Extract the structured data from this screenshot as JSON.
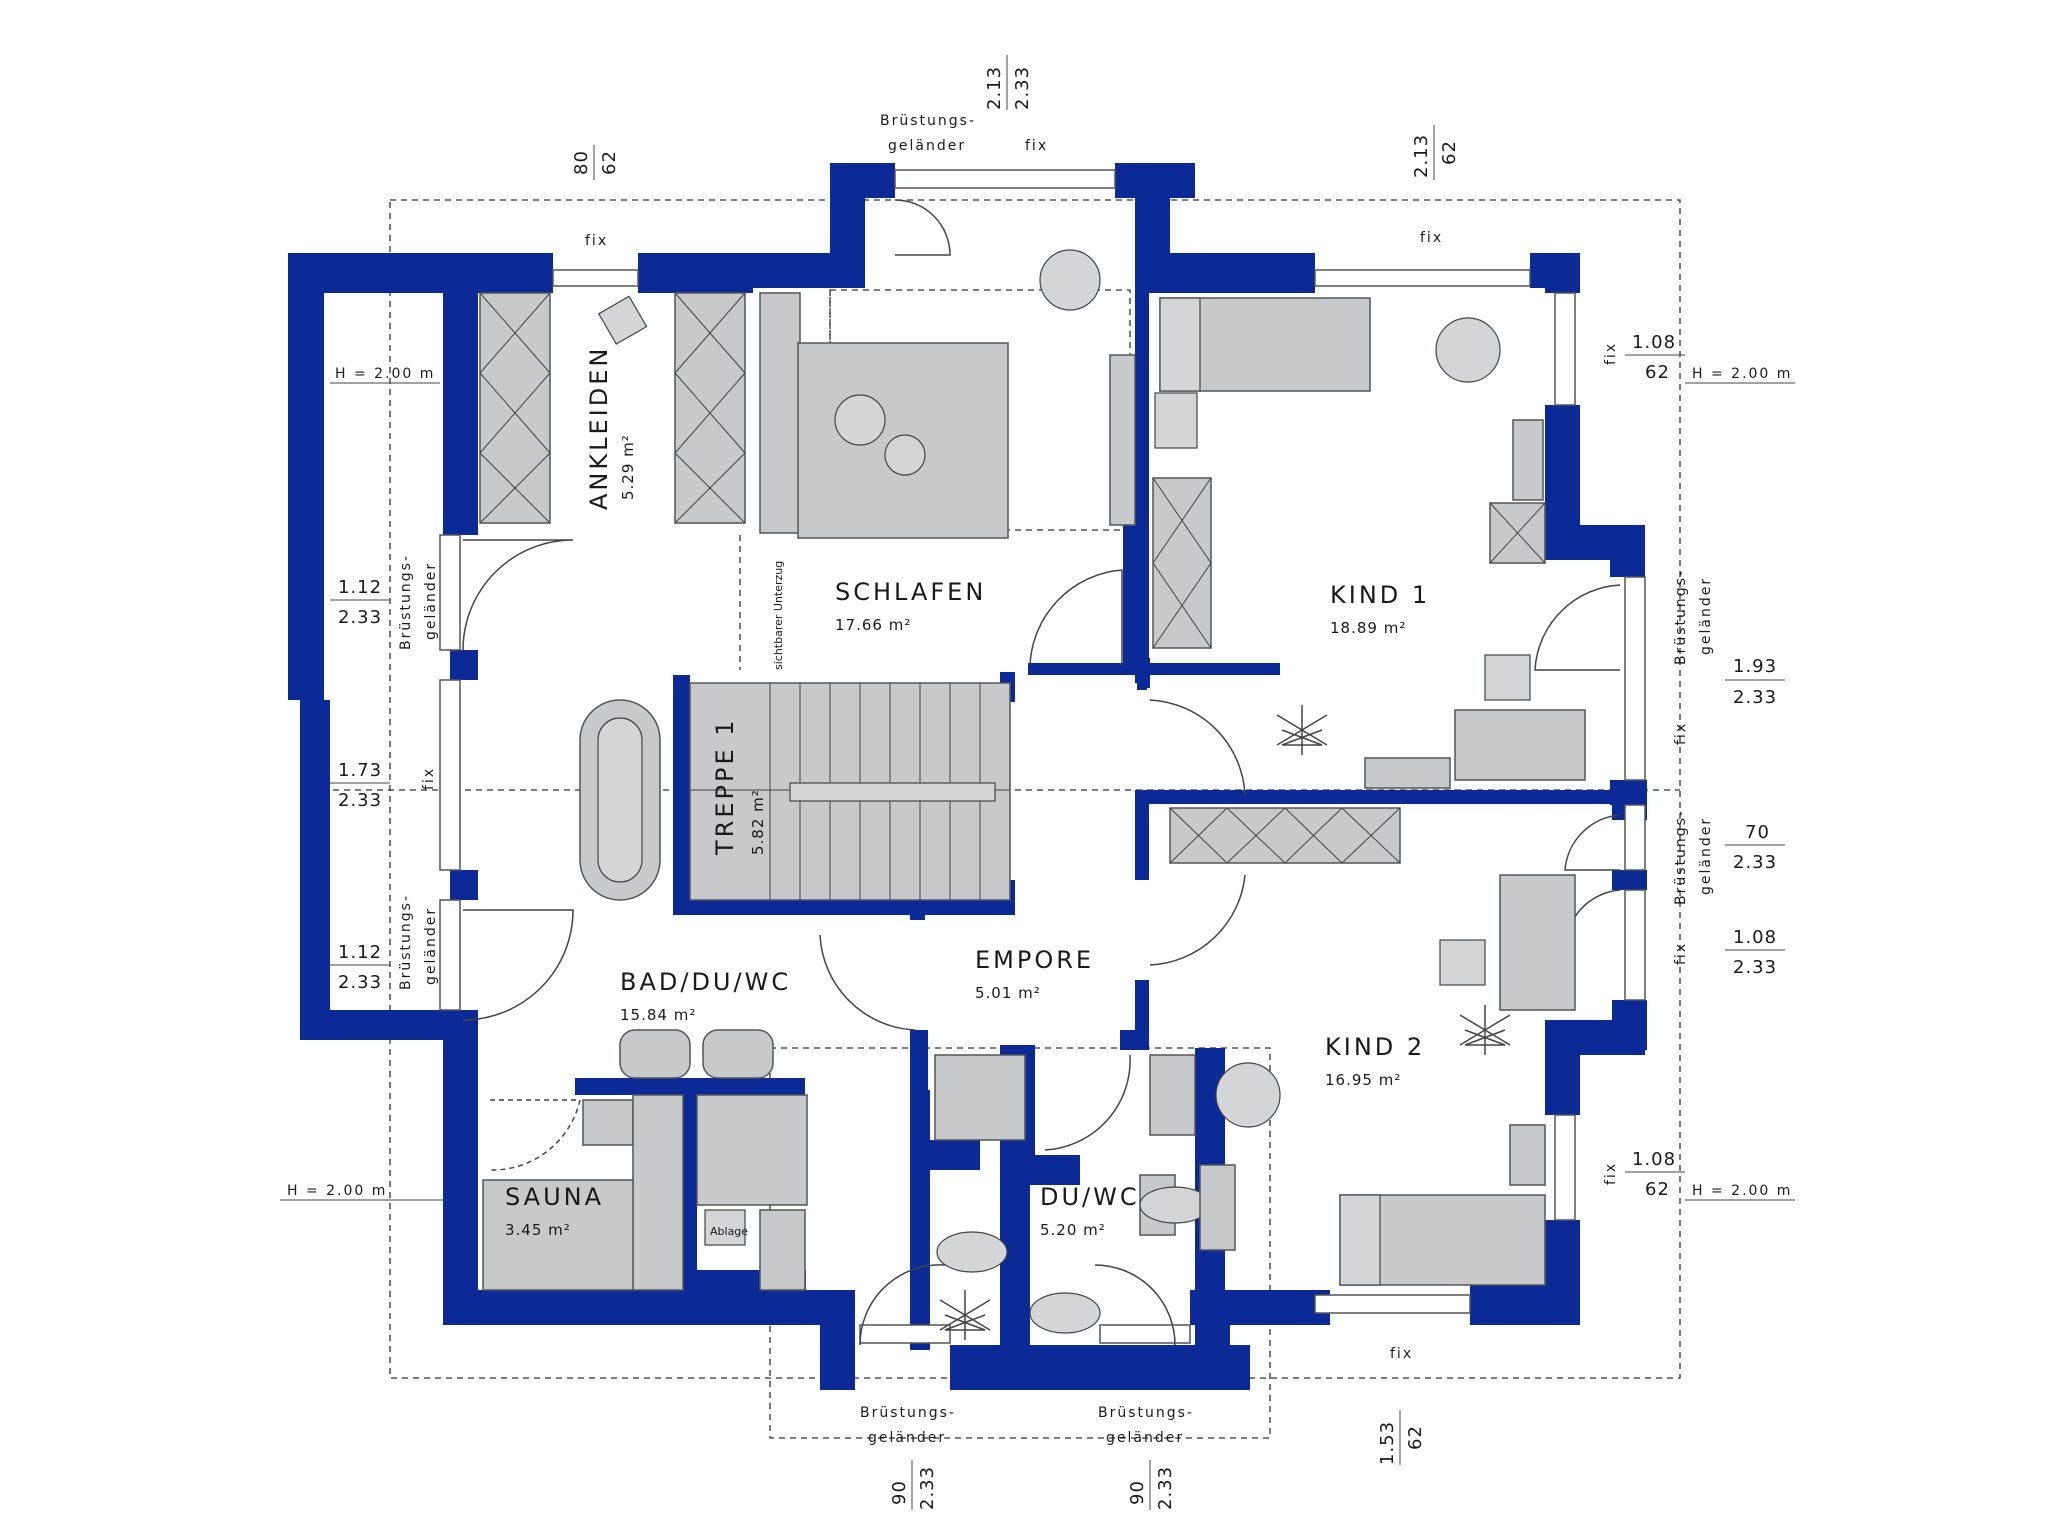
{
  "rooms": {
    "ankleiden": {
      "name": "ANKLEIDEN",
      "area": "5.29 m²"
    },
    "schlafen": {
      "name": "SCHLAFEN",
      "area": "17.66 m²"
    },
    "kind1": {
      "name": "KIND 1",
      "area": "18.89 m²"
    },
    "treppe": {
      "name": "TREPPE 1",
      "area": "5.82 m²"
    },
    "bad": {
      "name": "BAD/DU/WC",
      "area": "15.84 m²"
    },
    "empore": {
      "name": "EMPORE",
      "area": "5.01 m²"
    },
    "kind2": {
      "name": "KIND 2",
      "area": "16.95 m²"
    },
    "sauna": {
      "name": "SAUNA",
      "area": "3.45 m²"
    },
    "duwc": {
      "name": "DU/WC",
      "area": "5.20 m²"
    }
  },
  "labels": {
    "fix": "fix",
    "bruestung_1": "Brüstungs-",
    "bruestung_2": "geländer",
    "unterzug": "sichtbarer Unterzug",
    "ablage": "Ablage",
    "h200": "H = 2.00 m"
  },
  "dims": {
    "top_center": [
      "2.13",
      "2.33"
    ],
    "top_left": [
      "80",
      "62"
    ],
    "top_right": [
      "2.13",
      "62"
    ],
    "right_1": [
      "1.08",
      "62"
    ],
    "right_2": [
      "1.93",
      "2.33"
    ],
    "right_3": [
      "70",
      "2.33"
    ],
    "right_4": [
      "1.08",
      "2.33"
    ],
    "right_5": [
      "1.08",
      "62"
    ],
    "left_1": [
      "1.12",
      "2.33"
    ],
    "left_2": [
      "1.73",
      "2.33"
    ],
    "left_3": [
      "1.12",
      "2.33"
    ],
    "bottom_1": [
      "90",
      "2.33"
    ],
    "bottom_2": [
      "90",
      "2.33"
    ],
    "bottom_3": [
      "1.53",
      "62"
    ]
  },
  "colors": {
    "wall": "#0b2a96",
    "furniture": "#c8c9cb"
  }
}
